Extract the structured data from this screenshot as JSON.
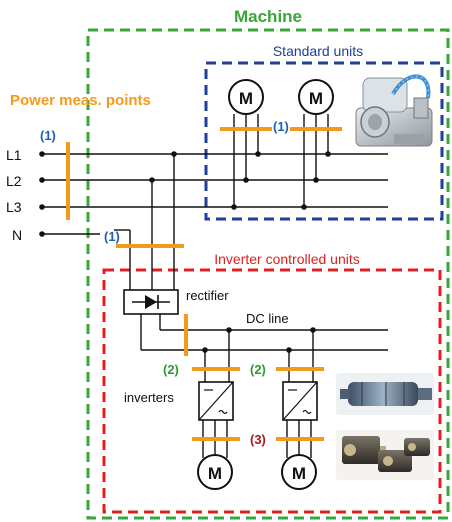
{
  "title": "Machine",
  "power_points_label": "Power meas. points",
  "phases": [
    "L1",
    "L2",
    "L3",
    "N"
  ],
  "marker_1": "(1)",
  "marker_2": "(2)",
  "marker_3": "(3)",
  "standard_units_label": "Standard units",
  "inverter_units_label": "Inverter controlled units",
  "rectifier_label": "rectifier",
  "dc_line_label": "DC line",
  "inverters_label": "inverters",
  "motor_letter": "M",
  "colors": {
    "machine_border": "#3aa637",
    "standard_border": "#1f3f9a",
    "inverter_border": "#e02020",
    "meas_bar": "#f39a1e",
    "marker_1": "#1f5fb0",
    "marker_2": "#2f9a35",
    "marker_3": "#a51d1d",
    "wire": "#111111"
  }
}
